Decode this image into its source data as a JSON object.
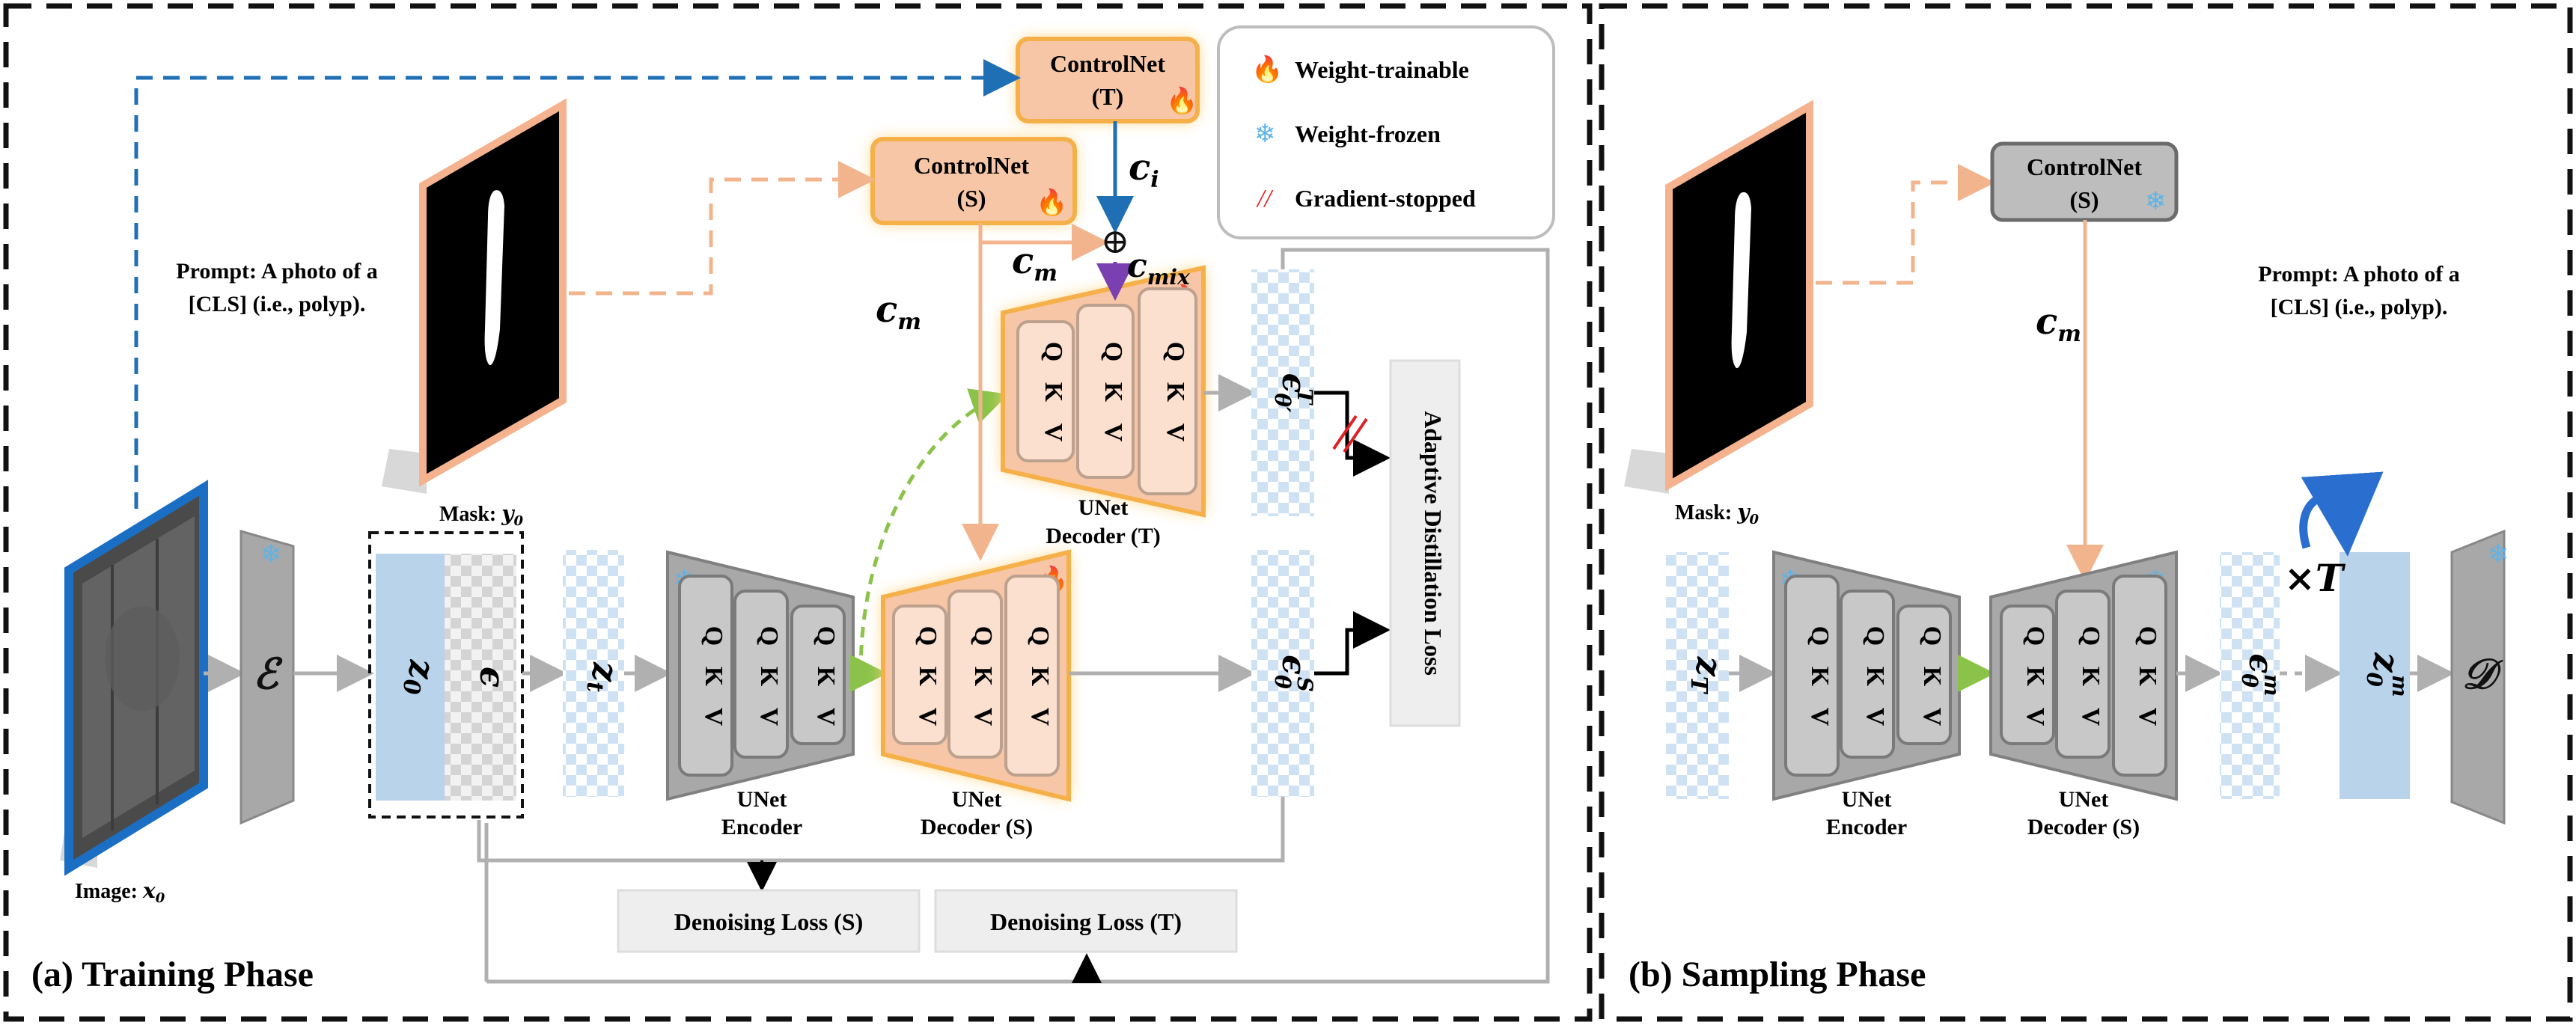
{
  "training": {
    "phase_title": "(a) Training Phase",
    "prompt_line1": "Prompt: A photo of a",
    "prompt_line2": "[CLS] (i.e., polyp).",
    "mask_label": "Mask: ",
    "mask_var": "y",
    "mask_sub": "0",
    "image_label": "Image: ",
    "image_var": "x",
    "image_sub": "0",
    "controlnet_t_line1": "ControlNet",
    "controlnet_t_line2": "(T)",
    "controlnet_s_line1": "ControlNet",
    "controlnet_s_line2": "(S)",
    "c_i": "c",
    "c_i_sub": "i",
    "c_m_top": "c",
    "c_m_top_sub": "m",
    "c_m_left": "c",
    "c_m_left_sub": "m",
    "c_mix": "c",
    "c_mix_sub": "mix",
    "oplus": "⊕",
    "encoder_symbol": "ℰ",
    "z0_var": "z",
    "z0_sub": "0",
    "eps": "ϵ",
    "zt_var": "z",
    "zt_sub": "t",
    "qkv": [
      "Q",
      "K",
      "V"
    ],
    "unet_encoder_line1": "UNet",
    "unet_encoder_line2": "Encoder",
    "unet_decoder_s_line1": "UNet",
    "unet_decoder_s_line2": "Decoder (S)",
    "unet_decoder_t_line1": "UNet",
    "unet_decoder_t_line2": "Decoder (T)",
    "eps_t_base": "ϵ",
    "eps_t_sub": "θ′",
    "eps_t_sup": "T",
    "eps_s_base": "ϵ",
    "eps_s_sub": "θ",
    "eps_s_sup": "S",
    "adaptive_loss": "Adaptive Distillation Loss",
    "denoise_s": "Denoising Loss (S)",
    "denoise_t": "Denoising Loss (T)"
  },
  "legend": {
    "trainable": "Weight-trainable",
    "frozen": "Weight-frozen",
    "stopped": "Gradient-stopped",
    "stopped_symbol": "//"
  },
  "sampling": {
    "phase_title": "(b) Sampling Phase",
    "prompt_line1": "Prompt: A photo of a",
    "prompt_line2": "[CLS] (i.e., polyp).",
    "mask_label": "Mask: ",
    "mask_var": "y",
    "mask_sub": "0",
    "controlnet_line1": "ControlNet",
    "controlnet_line2": "(S)",
    "c_m": "c",
    "c_m_sub": "m",
    "zT_var": "z",
    "zT_sub": "T",
    "qkv": [
      "Q",
      "K",
      "V"
    ],
    "unet_encoder_line1": "UNet",
    "unet_encoder_line2": "Encoder",
    "unet_decoder_line1": "UNet",
    "unet_decoder_line2": "Decoder (S)",
    "eps_base": "ϵ",
    "eps_sub": "θ",
    "eps_sup": "m",
    "z0m_var": "z",
    "z0m_sub": "0",
    "z0m_sup": "m",
    "times_T": "×T",
    "decoder_symbol": "𝒟"
  },
  "colors": {
    "orange_glow": "#ffd27a",
    "orange_fill": "#f7c6a6",
    "salmon_line": "#f2b48d",
    "blue_dashed": "#1f6fb5",
    "blue_frame": "#1a6fc4",
    "purple": "#7a3fb0",
    "green_dashed": "#8bc34a",
    "gray_block": "#a8a8a8",
    "light_blue": "#b9d3ea",
    "checker_blue": "#cfe2f3"
  }
}
